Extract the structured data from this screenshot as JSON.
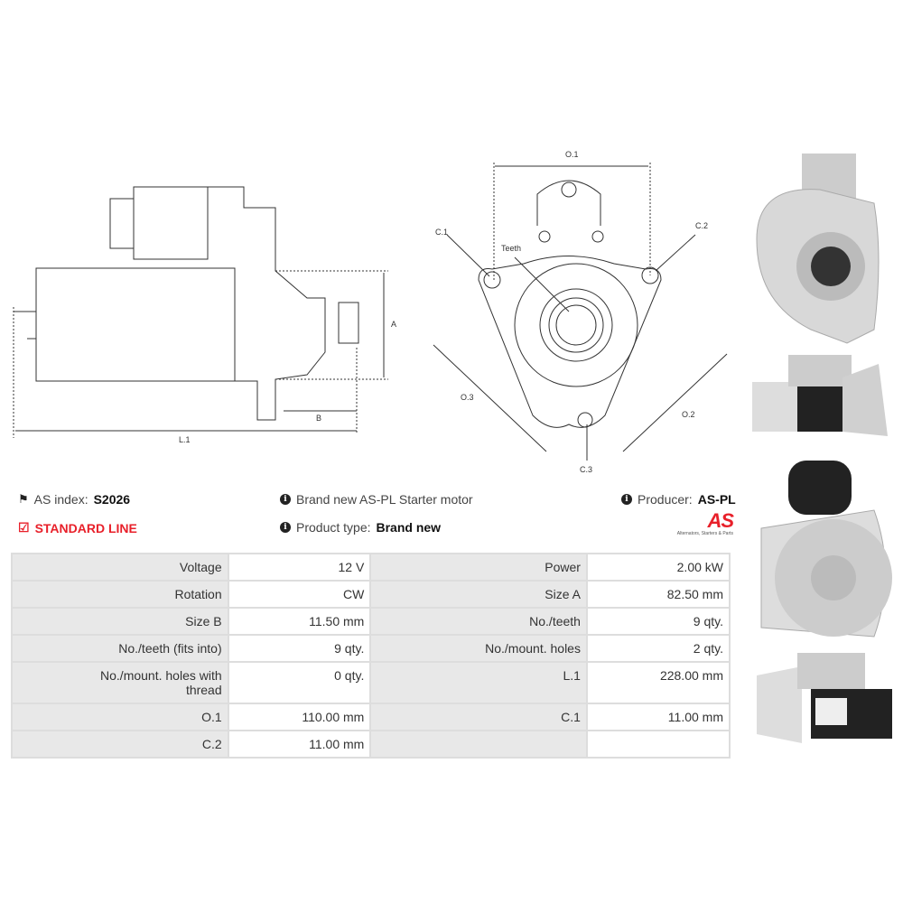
{
  "diagram_side": {
    "labels": {
      "a": "A",
      "b": "B",
      "l1": "L.1"
    }
  },
  "diagram_front": {
    "labels": {
      "o1": "O.1",
      "o2": "O.2",
      "o3": "O.3",
      "c1": "C.1",
      "c2": "C.2",
      "c3": "C.3",
      "teeth": "Teeth"
    }
  },
  "info": {
    "as_index_label": "AS index:",
    "as_index_value": "S2026",
    "standard_line": "STANDARD LINE",
    "description": "Brand new AS-PL Starter motor",
    "product_type_label": "Product type:",
    "product_type_value": "Brand new",
    "producer_label": "Producer:",
    "producer_value": "AS-PL",
    "logo_text": "AS",
    "logo_tagline": "Alternators, Starters & Parts"
  },
  "colors": {
    "accent": "#e8202a",
    "label_bg": "#e8e8e8",
    "border": "#dddddd"
  },
  "specs": [
    [
      {
        "label": "Voltage",
        "value": "12 V"
      },
      {
        "label": "Power",
        "value": "2.00 kW"
      }
    ],
    [
      {
        "label": "Rotation",
        "value": "CW"
      },
      {
        "label": "Size A",
        "value": "82.50 mm"
      }
    ],
    [
      {
        "label": "Size B",
        "value": "11.50 mm"
      },
      {
        "label": "No./teeth",
        "value": "9 qty."
      }
    ],
    [
      {
        "label": "No./teeth (fits into)",
        "value": "9 qty."
      },
      {
        "label": "No./mount. holes",
        "value": "2 qty."
      }
    ],
    [
      {
        "label": "No./mount. holes with thread",
        "value": "0 qty."
      },
      {
        "label": "L.1",
        "value": "228.00 mm"
      }
    ],
    [
      {
        "label": "O.1",
        "value": "110.00 mm"
      },
      {
        "label": "C.1",
        "value": "11.00 mm"
      }
    ],
    [
      {
        "label": "C.2",
        "value": "11.00 mm"
      },
      {
        "label": "",
        "value": ""
      }
    ]
  ]
}
